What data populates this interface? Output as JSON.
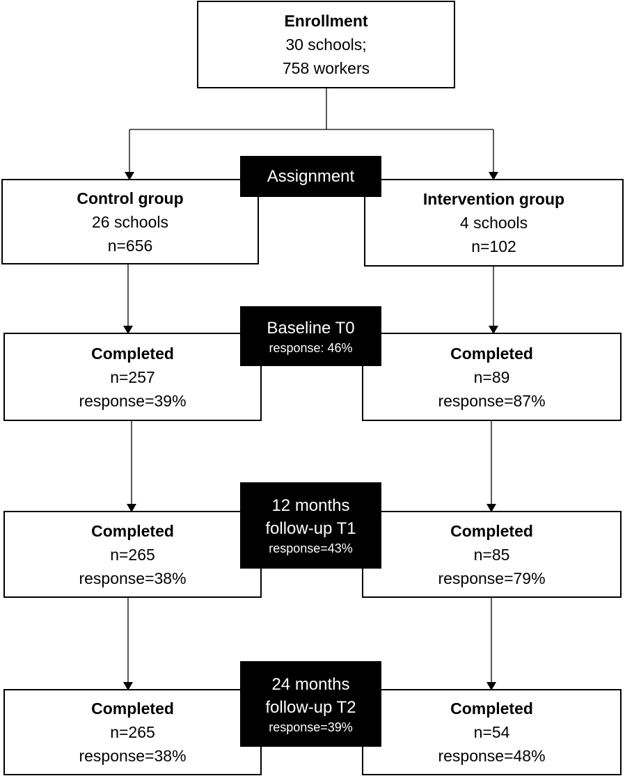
{
  "enrollment": {
    "title": "Enrollment",
    "line1": "30 schools;",
    "line2": "758 workers"
  },
  "stages": {
    "assignment": {
      "title": "Assignment"
    },
    "baseline": {
      "title": "Baseline T0",
      "response": "response: 46%"
    },
    "t1": {
      "title_line1": "12 months",
      "title_line2": "follow-up T1",
      "response": "response=43%"
    },
    "t2": {
      "title_line1": "24 months",
      "title_line2": "follow-up T2",
      "response": "response=39%"
    }
  },
  "control": {
    "group": {
      "title": "Control group",
      "line1": "26 schools",
      "line2": "n=656"
    },
    "t0": {
      "title": "Completed",
      "n": "n=257",
      "response": "response=39%"
    },
    "t1": {
      "title": "Completed",
      "n": "n=265",
      "response": "response=38%"
    },
    "t2": {
      "title": "Completed",
      "n": "n=265",
      "response": "response=38%"
    }
  },
  "intervention": {
    "group": {
      "title": "Intervention group",
      "line1": "4 schools",
      "line2": "n=102"
    },
    "t0": {
      "title": "Completed",
      "n": "n=89",
      "response": "response=87%"
    },
    "t1": {
      "title": "Completed",
      "n": "n=85",
      "response": "response=79%"
    },
    "t2": {
      "title": "Completed",
      "n": "n=54",
      "response": "response=48%"
    }
  }
}
